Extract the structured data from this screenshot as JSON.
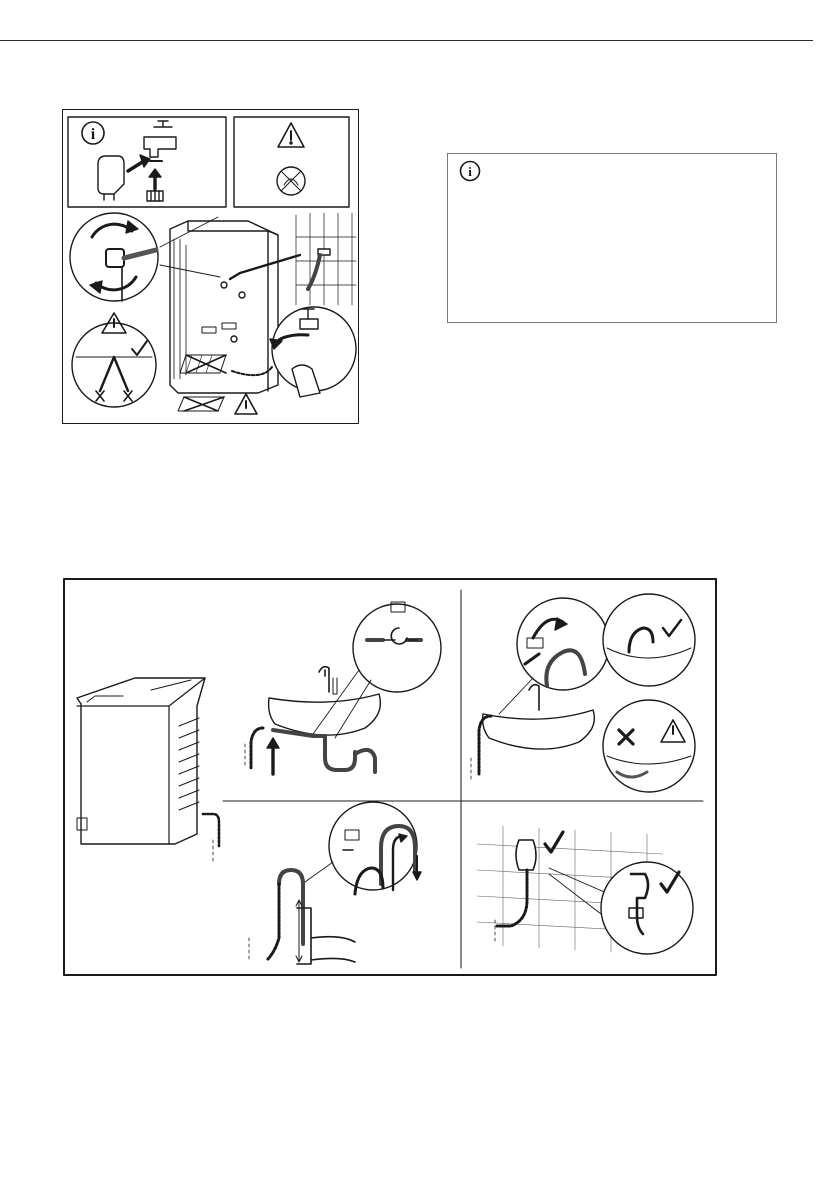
{
  "page": {
    "background": "#ffffff",
    "ink": "#1a1a1a",
    "check_color": "#111111"
  },
  "icons": {
    "info": "info-icon",
    "warning": "warning-triangle-icon",
    "check": "check-mark-icon",
    "cross": "cross-mark-icon",
    "arrow": "arrow-icon",
    "rotate": "rotate-arrows-icon"
  },
  "info_box": {
    "text": ""
  },
  "figures": {
    "inlet_hose": {
      "panels": [
        "info-tap-connection",
        "warning-no-tool",
        "hose-connection-machine",
        "hose-angle-warning",
        "hose-tap-tightening"
      ]
    },
    "drain_hose": {
      "panels": [
        "machine-with-drain-hose",
        "sink-trap-connection",
        "sink-edge-hook",
        "standpipe-connection",
        "wall-drain-connection"
      ],
      "hints": [
        "good-check",
        "bad-cross"
      ]
    }
  }
}
